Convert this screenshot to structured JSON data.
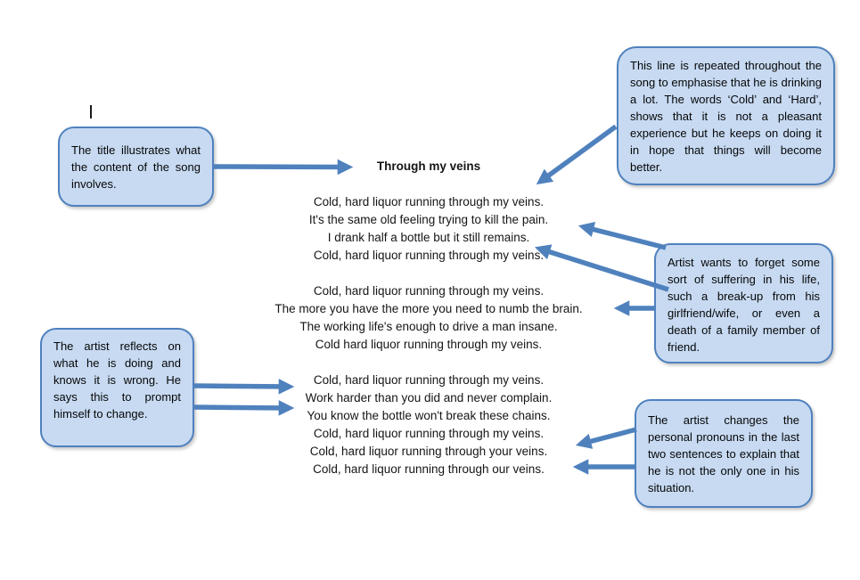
{
  "colors": {
    "accent": "#4f81bd",
    "callout_fill": "#c7daf2",
    "text": "#000000",
    "page_background": "#ffffff"
  },
  "song": {
    "title": "Through my veins",
    "stanzas": [
      {
        "lines": [
          "Cold, hard liquor running through my veins.",
          "It's the same old feeling trying to kill the pain.",
          "I drank half a bottle but it still remains.",
          "Cold, hard liquor running through my veins."
        ]
      },
      {
        "lines": [
          "Cold, hard liquor running through my veins.",
          "The more you have the more you need to numb the brain.",
          "The working life's enough to drive a man insane.",
          "Cold hard liquor running through my veins."
        ]
      },
      {
        "lines": [
          "Cold, hard liquor running through my veins.",
          "Work harder than you did and never complain.",
          "You know the bottle won't break these chains.",
          "Cold, hard liquor running through my veins.",
          "Cold, hard liquor running through your veins.",
          "Cold, hard liquor running through our veins."
        ]
      }
    ]
  },
  "callouts": {
    "title_note": {
      "text": "The title illustrates what the content of the song involves."
    },
    "repeated_note": {
      "text": "This line is repeated throughout the song to emphasise that he is drinking a lot. The words ‘Cold’ and ‘Hard’, shows that it is not a pleasant experience but he keeps on doing it in hope that things will become better."
    },
    "forget_note": {
      "text": "Artist wants to forget some sort of suffering in his life, such a break-up from his girlfriend/wife, or even a death of a family member of friend."
    },
    "reflects_note": {
      "text": "The artist reflects on what he is doing and knows it is wrong. He says this to prompt himself to change."
    },
    "pronouns_note": {
      "text": "The artist changes the personal pronouns in the last two sentences to explain that he is not the only one in his situation."
    }
  }
}
